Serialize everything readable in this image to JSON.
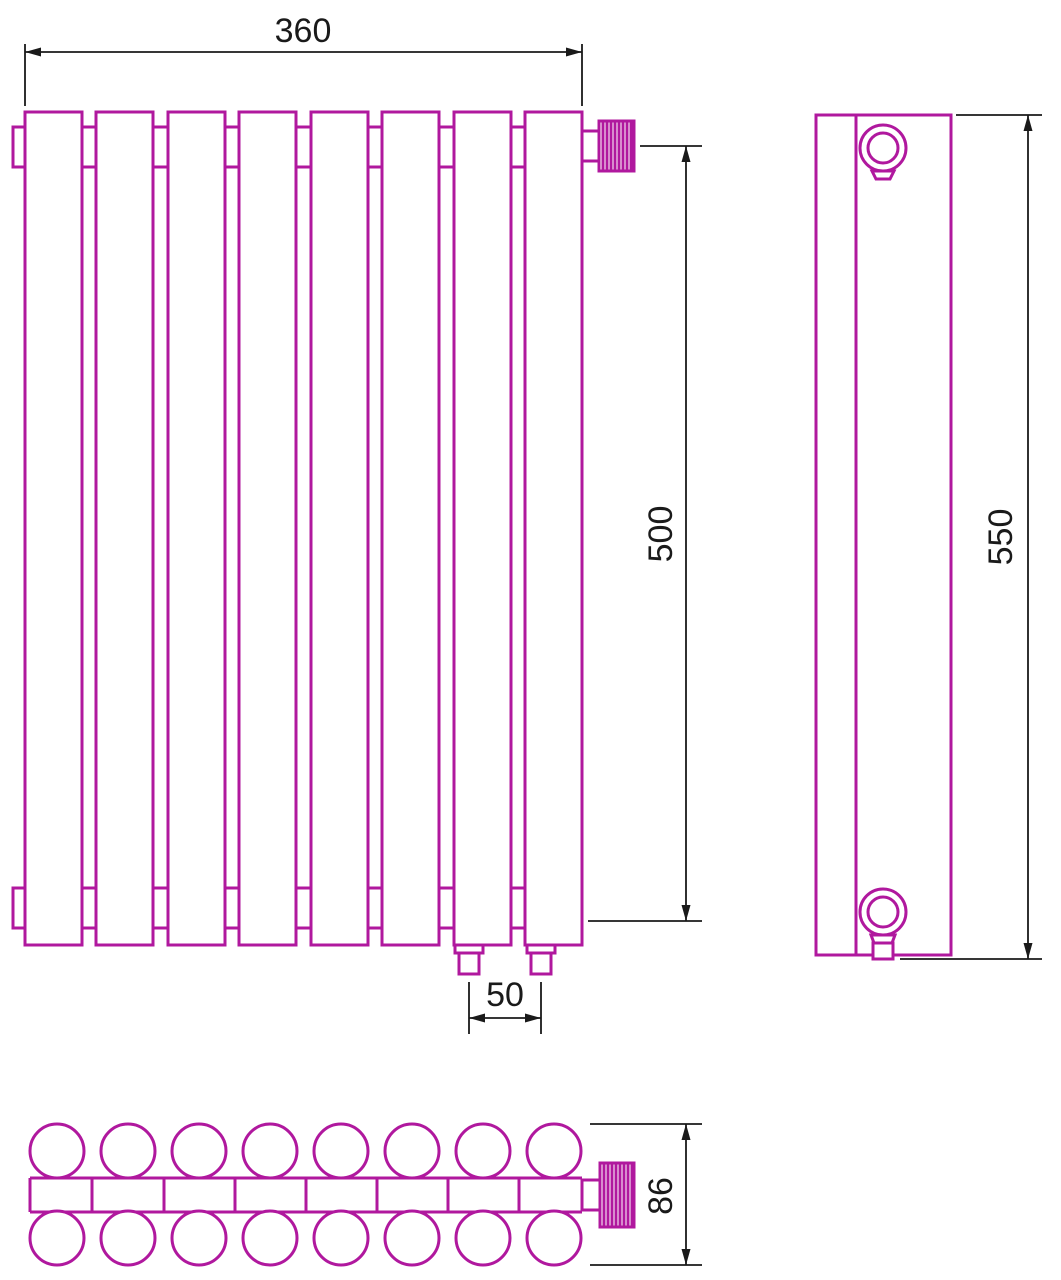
{
  "drawing": {
    "type": "technical-drawing",
    "subject": "vertical radiator three-view dimensional drawing"
  },
  "colors": {
    "drawing_line": "#B0189E",
    "dimension_line": "#1A1A1A",
    "background": "#FFFFFF"
  },
  "dimensions": {
    "front_width": "360",
    "front_height": "500",
    "connection_spacing": "50",
    "side_height": "550",
    "depth": "86"
  }
}
